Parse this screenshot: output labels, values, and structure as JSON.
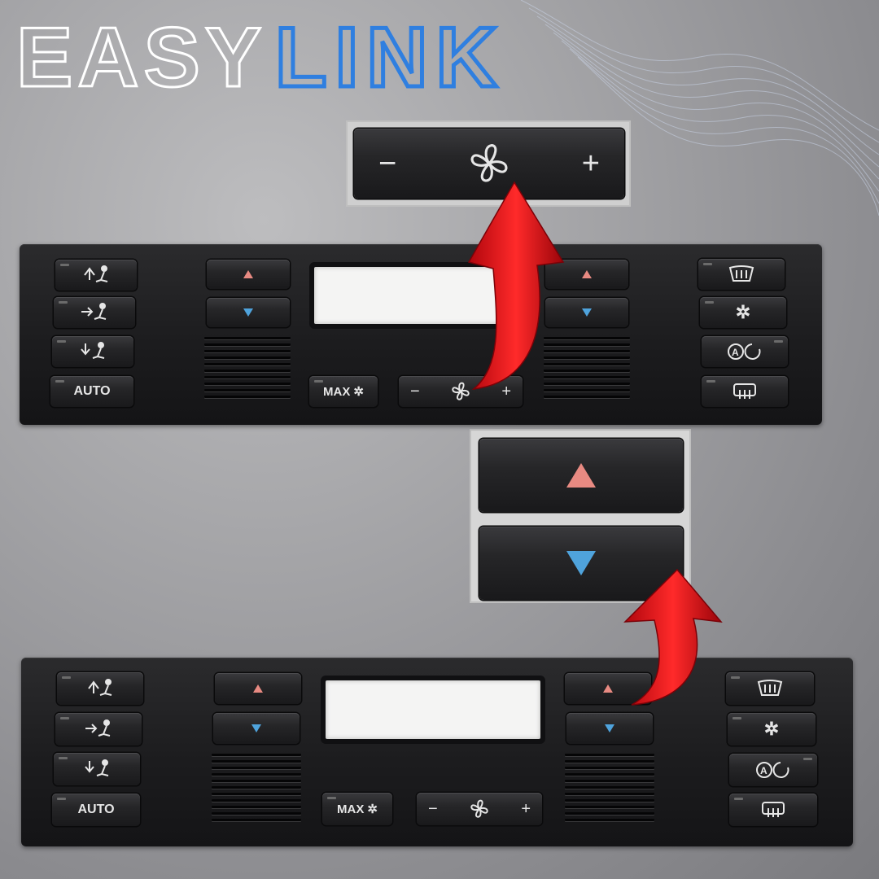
{
  "brand": {
    "word1": "EASY",
    "word2": "LINK",
    "word1_color": "#ffffff",
    "word2_color": "#2f7fe0"
  },
  "colors": {
    "arrow": "#e01018",
    "temp_up": "#e88a82",
    "temp_down": "#4fa3dc"
  },
  "panel": {
    "auto_label": "AUTO",
    "max_label": "MAX",
    "fan_minus": "−",
    "fan_plus": "+",
    "left_icons": [
      "vent-face-icon",
      "vent-chest-icon",
      "vent-feet-icon"
    ],
    "right_icons": [
      "windshield-defrost-icon",
      "ac-snowflake-icon",
      "recirculation-auto-icon",
      "rear-defrost-icon"
    ]
  },
  "zoom_fan": {
    "minus": "−",
    "plus": "+"
  }
}
